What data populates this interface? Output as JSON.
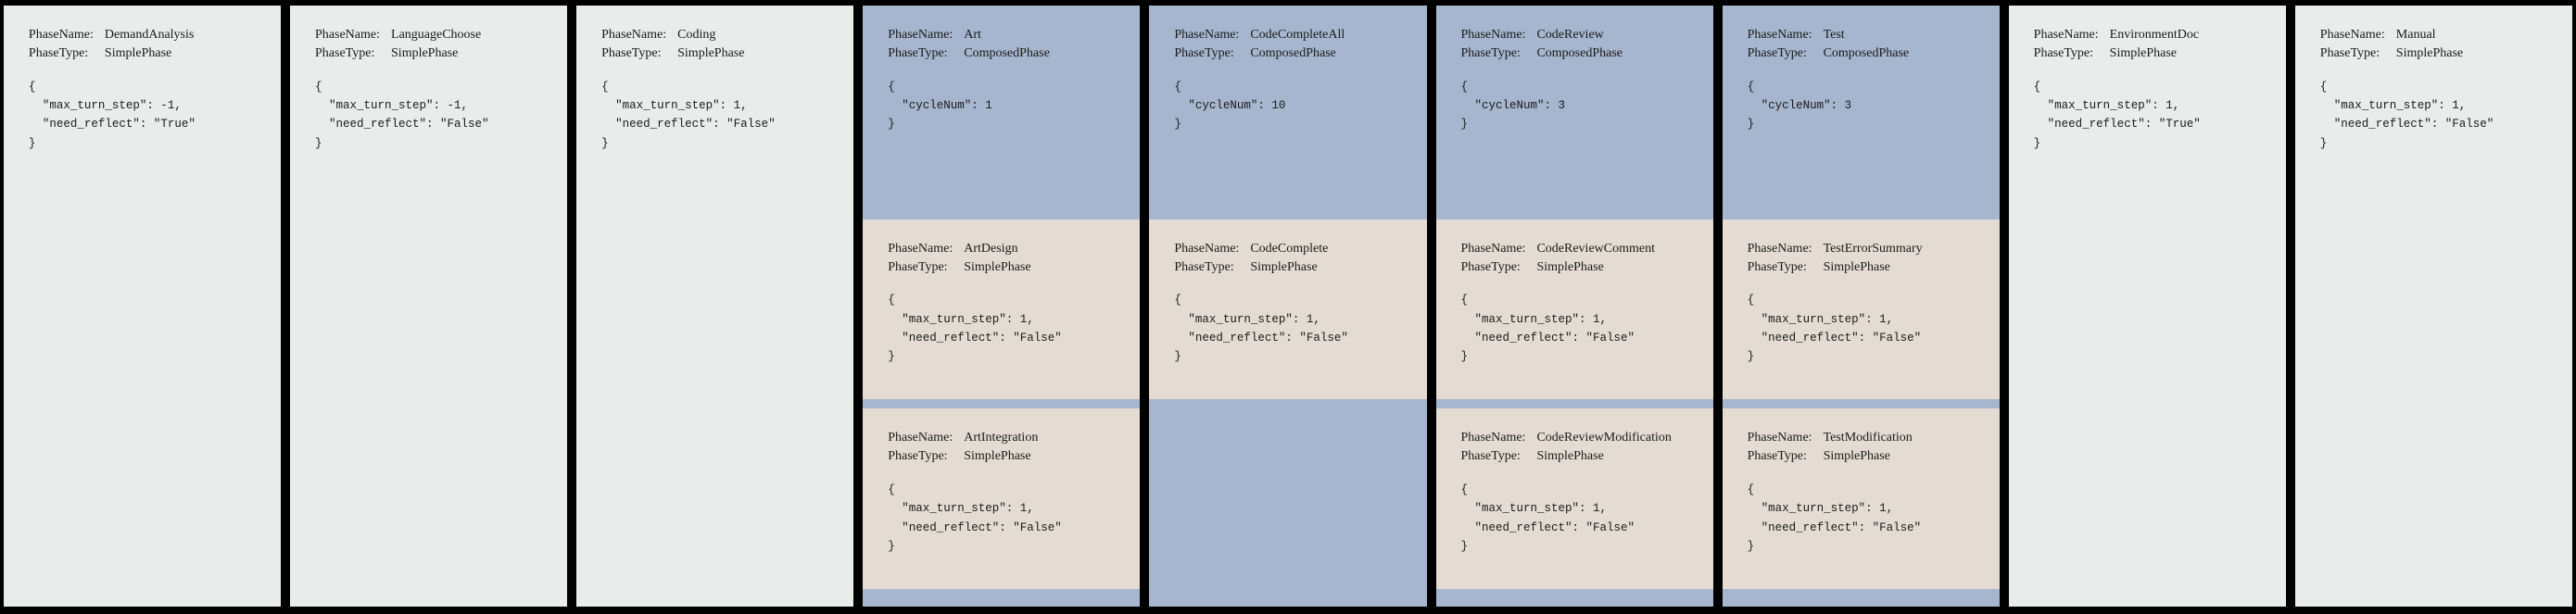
{
  "labels": {
    "phase_name_key": "PhaseName:",
    "phase_type_key": "PhaseType:",
    "type_simple": "SimplePhase",
    "type_composed": "ComposedPhase"
  },
  "colors": {
    "background": "#000000",
    "simple_phase_bg": "#e8ecea",
    "composed_phase_bg": "#a6b6ce",
    "sub_phase_bg": "#e4dcd3",
    "text": "#1a1a1a"
  },
  "columns": [
    {
      "id": "demand-analysis",
      "kind": "simple",
      "phase_name": "DemandAnalysis",
      "phase_type": "SimplePhase",
      "json": {
        "open": "{",
        "line1": "  \"max_turn_step\": -1,",
        "line2": "  \"need_reflect\": \"True\"",
        "close": "}"
      }
    },
    {
      "id": "language-choose",
      "kind": "simple",
      "phase_name": "LanguageChoose",
      "phase_type": "SimplePhase",
      "json": {
        "open": "{",
        "line1": "  \"max_turn_step\": -1,",
        "line2": "  \"need_reflect\": \"False\"",
        "close": "}"
      }
    },
    {
      "id": "coding",
      "kind": "simple",
      "phase_name": "Coding",
      "phase_type": "SimplePhase",
      "json": {
        "open": "{",
        "line1": "  \"max_turn_step\": 1,",
        "line2": "  \"need_reflect\": \"False\"",
        "close": "}"
      }
    },
    {
      "id": "art",
      "kind": "composed",
      "phase_name": "Art",
      "phase_type": "ComposedPhase",
      "json": {
        "open": "{",
        "line1": "  \"cycleNum\": 1",
        "close": "}"
      },
      "subphases": [
        {
          "id": "art-design",
          "phase_name": "ArtDesign",
          "phase_type": "SimplePhase",
          "json": {
            "open": "{",
            "line1": "  \"max_turn_step\": 1,",
            "line2": "  \"need_reflect\": \"False\"",
            "close": "}"
          }
        },
        {
          "id": "art-integration",
          "phase_name": "ArtIntegration",
          "phase_type": "SimplePhase",
          "json": {
            "open": "{",
            "line1": "  \"max_turn_step\": 1,",
            "line2": "  \"need_reflect\": \"False\"",
            "close": "}"
          }
        }
      ]
    },
    {
      "id": "code-complete-all",
      "kind": "composed",
      "phase_name": "CodeCompleteAll",
      "phase_type": "ComposedPhase",
      "json": {
        "open": "{",
        "line1": "  \"cycleNum\": 10",
        "close": "}"
      },
      "subphases": [
        {
          "id": "code-complete",
          "phase_name": "CodeComplete",
          "phase_type": "SimplePhase",
          "json": {
            "open": "{",
            "line1": "  \"max_turn_step\": 1,",
            "line2": "  \"need_reflect\": \"False\"",
            "close": "}"
          }
        }
      ]
    },
    {
      "id": "code-review",
      "kind": "composed",
      "phase_name": "CodeReview",
      "phase_type": "ComposedPhase",
      "json": {
        "open": "{",
        "line1": "  \"cycleNum\": 3",
        "close": "}"
      },
      "subphases": [
        {
          "id": "code-review-comment",
          "phase_name": "CodeReviewComment",
          "phase_type": "SimplePhase",
          "json": {
            "open": "{",
            "line1": "  \"max_turn_step\": 1,",
            "line2": "  \"need_reflect\": \"False\"",
            "close": "}"
          }
        },
        {
          "id": "code-review-modification",
          "phase_name": "CodeReviewModification",
          "phase_type": "SimplePhase",
          "json": {
            "open": "{",
            "line1": "  \"max_turn_step\": 1,",
            "line2": "  \"need_reflect\": \"False\"",
            "close": "}"
          }
        }
      ]
    },
    {
      "id": "test",
      "kind": "composed",
      "phase_name": "Test",
      "phase_type": "ComposedPhase",
      "json": {
        "open": "{",
        "line1": "  \"cycleNum\": 3",
        "close": "}"
      },
      "subphases": [
        {
          "id": "test-error-summary",
          "phase_name": "TestErrorSummary",
          "phase_type": "SimplePhase",
          "json": {
            "open": "{",
            "line1": "  \"max_turn_step\": 1,",
            "line2": "  \"need_reflect\": \"False\"",
            "close": "}"
          }
        },
        {
          "id": "test-modification",
          "phase_name": "TestModification",
          "phase_type": "SimplePhase",
          "json": {
            "open": "{",
            "line1": "  \"max_turn_step\": 1,",
            "line2": "  \"need_reflect\": \"False\"",
            "close": "}"
          }
        }
      ]
    },
    {
      "id": "environment-doc",
      "kind": "simple",
      "phase_name": "EnvironmentDoc",
      "phase_type": "SimplePhase",
      "json": {
        "open": "{",
        "line1": "  \"max_turn_step\": 1,",
        "line2": "  \"need_reflect\": \"True\"",
        "close": "}"
      }
    },
    {
      "id": "manual",
      "kind": "simple",
      "phase_name": "Manual",
      "phase_type": "SimplePhase",
      "json": {
        "open": "{",
        "line1": "  \"max_turn_step\": 1,",
        "line2": "  \"need_reflect\": \"False\"",
        "close": "}"
      }
    }
  ]
}
